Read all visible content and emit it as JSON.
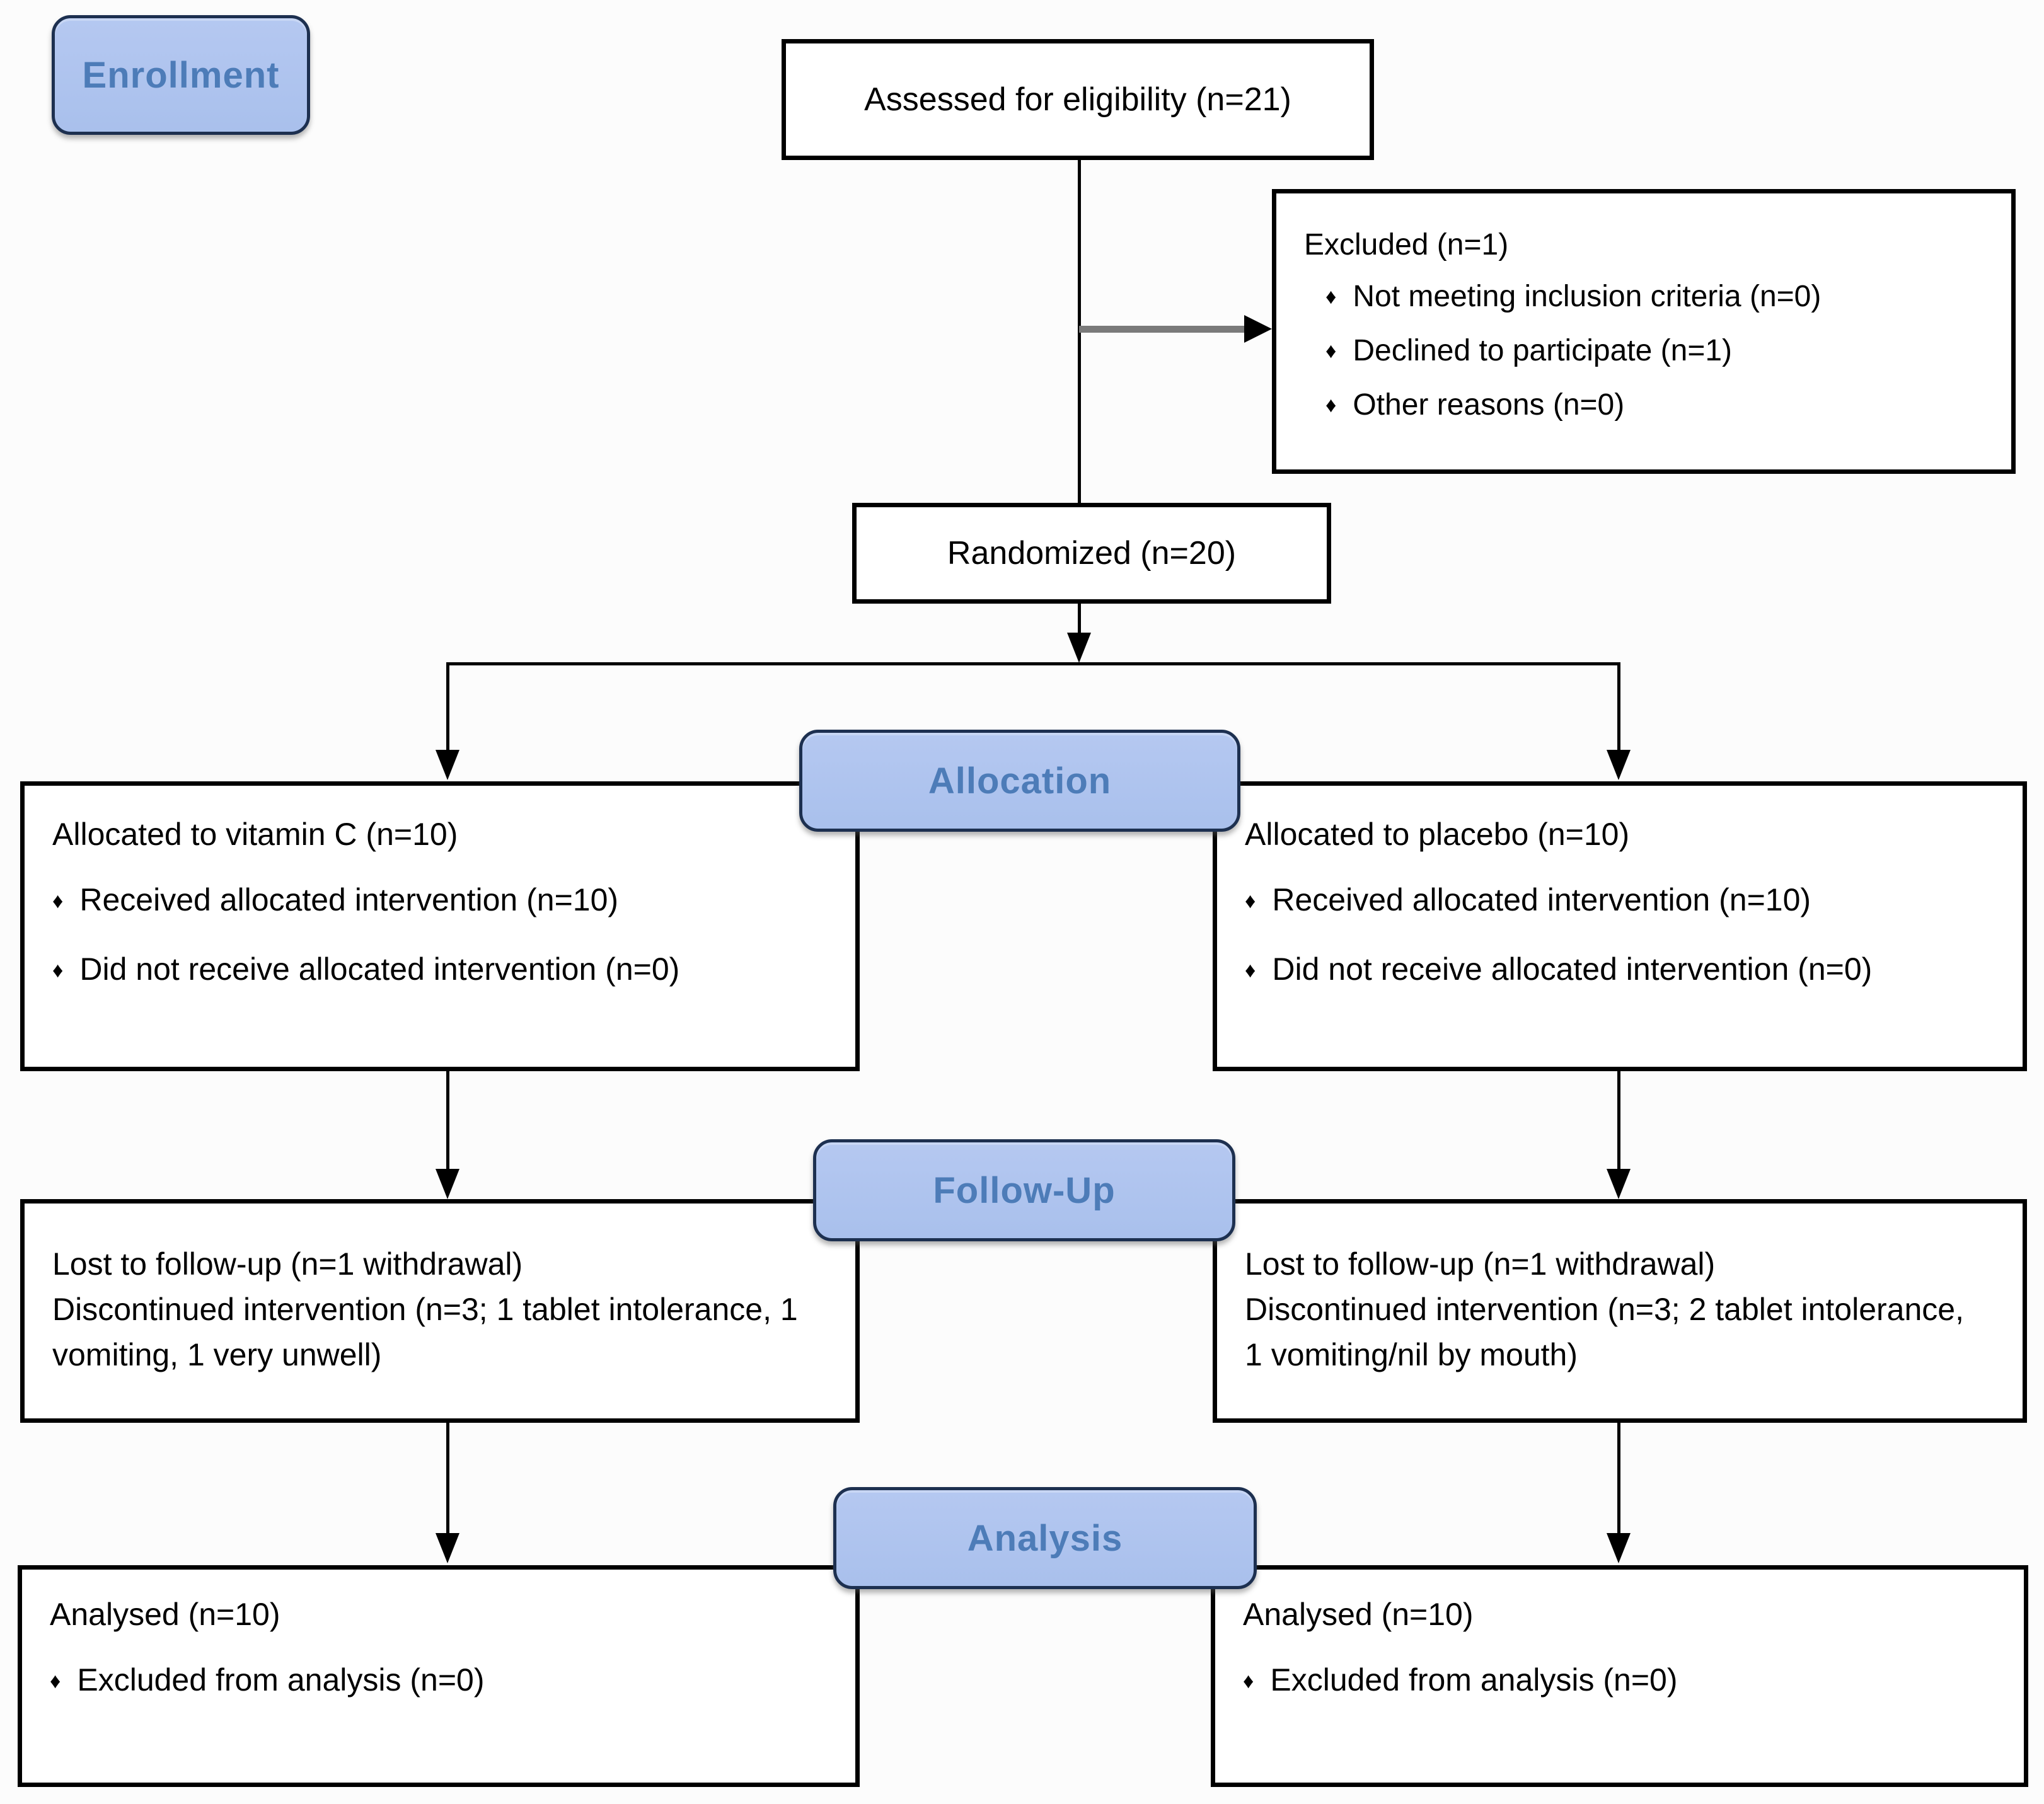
{
  "colors": {
    "background": "#fcfcfc",
    "badge_fill": "#aec4ee",
    "badge_border": "#1d3050",
    "badge_text": "#4d7cb8",
    "box_border": "#000000",
    "connector": "#000000",
    "excluded_arrow_gray": "#7a7a7a"
  },
  "bullet_glyph": "♦",
  "badges": {
    "enrollment": "Enrollment",
    "allocation": "Allocation",
    "followup": "Follow-Up",
    "analysis": "Analysis"
  },
  "boxes": {
    "assessed": {
      "text": "Assessed for eligibility (n=21)"
    },
    "excluded": {
      "title": "Excluded (n=1)",
      "bullets": [
        "Not meeting inclusion criteria (n=0)",
        "Declined to participate (n=1)",
        "Other reasons (n=0)"
      ]
    },
    "randomized": {
      "text": "Randomized (n=20)"
    },
    "allocation_left": {
      "title": "Allocated to vitamin C (n=10)",
      "bullets": [
        "Received allocated intervention (n=10)",
        "Did not receive allocated intervention (n=0)"
      ]
    },
    "allocation_right": {
      "title": "Allocated to placebo (n=10)",
      "bullets": [
        "Received allocated intervention (n=10)",
        "Did not receive allocated intervention (n=0)"
      ]
    },
    "followup_left": {
      "lines": [
        "Lost to follow-up (n=1 withdrawal)",
        "Discontinued intervention (n=3; 1 tablet intolerance, 1 vomiting, 1 very unwell)"
      ]
    },
    "followup_right": {
      "lines": [
        "Lost to follow-up (n=1 withdrawal)",
        "Discontinued intervention (n=3; 2 tablet intolerance, 1 vomiting/nil by mouth)"
      ]
    },
    "analysis_left": {
      "title": "Analysed (n=10)",
      "bullets": [
        "Excluded from analysis (n=0)"
      ]
    },
    "analysis_right": {
      "title": "Analysed (n=10)",
      "bullets": [
        "Excluded from analysis (n=0)"
      ]
    }
  }
}
